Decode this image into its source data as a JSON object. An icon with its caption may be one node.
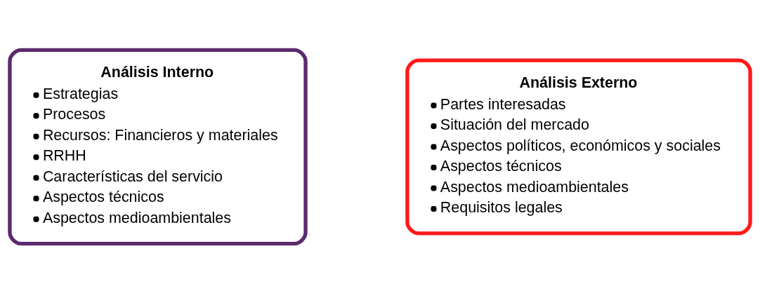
{
  "diagram": {
    "nodes": [
      {
        "text": [
          "Análisis Interno",
          "Estrategias",
          "Procesos",
          "Recursos: Financieros y materiales",
          "RRHH",
          "Características del servicio",
          "Aspectos técnicos",
          "Aspectos medioambientales"
        ]
      },
      {
        "text": [
          "Análisis Externo",
          "Partes interesadas",
          "Situación del mercado",
          "Aspectos políticos, económicos y sociales",
          "Aspectos técnicos",
          "Aspectos medioambientales",
          "Requisitos legales"
        ]
      }
    ]
  }
}
